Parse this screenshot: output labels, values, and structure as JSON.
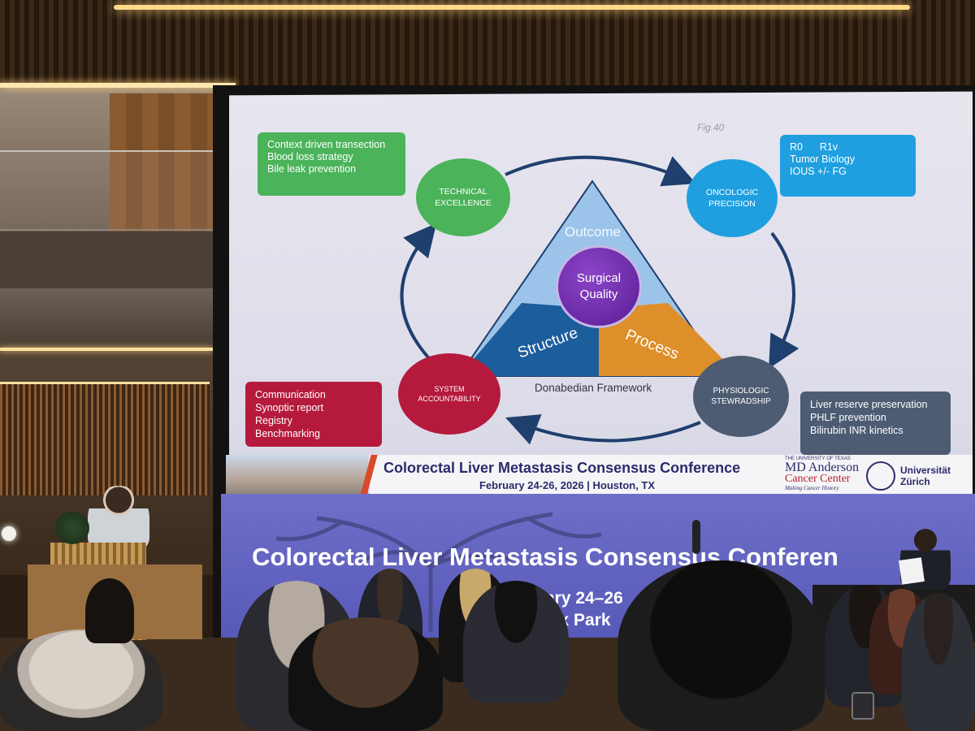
{
  "slide": {
    "left_box": {
      "lines": [
        "Context driven transection",
        "Blood loss strategy",
        "Bile leak prevention"
      ],
      "color": "#4bb35a"
    },
    "right_box": {
      "lines": [
        "R0      R1v",
        "Tumor Biology",
        "IOUS +/- FG"
      ],
      "color": "#1f9fe0"
    },
    "comm_box": {
      "lines": [
        "Communication",
        "Synoptic report",
        "Registry",
        "Benchmarking"
      ],
      "color": "#b51a3c"
    },
    "liver_box": {
      "lines": [
        "Liver reserve preservation",
        "PHLF prevention",
        "Bilirubin INR kinetics"
      ],
      "color": "#4d5c72"
    },
    "circles": {
      "technical": {
        "line1": "TECHNICAL",
        "line2": "EXCELLENCE",
        "color": "#4bb35a"
      },
      "oncologic": {
        "line1": "ONCOLOGIC",
        "line2": "PRECISION",
        "color": "#1f9fe0"
      },
      "system": {
        "line1": "SYSTEM",
        "line2": "ACCOUNTABILITY",
        "color": "#b51a3c"
      },
      "physiologic": {
        "line1": "PHYSIOLOGIC",
        "line2": "STEWRADSHIP",
        "color": "#4d5c72"
      }
    },
    "triangle": {
      "outcome": "Outcome",
      "structure": "Structure",
      "process": "Process",
      "center_line1": "Surgical",
      "center_line2": "Quality",
      "caption": "Donabedian Framework"
    },
    "fig_label": "Fig.40"
  },
  "banner": {
    "title": "Colorectal Liver Metastasis Consensus Conference",
    "date": "February 24-26, 2026 | Houston, TX",
    "mda_top": "THE UNIVERSITY OF TEXAS",
    "mda_name": "MD Anderson",
    "mda_line3": "Cancer Center",
    "mda_tag": "Making Cancer History",
    "uzh_line1": "Universität",
    "uzh_line2": "Zürich"
  },
  "lower_screen": {
    "title": "Colorectal Liver Metastasis Consensus Conferen",
    "date": "ruary 24–26",
    "venue": "Helix Park"
  }
}
